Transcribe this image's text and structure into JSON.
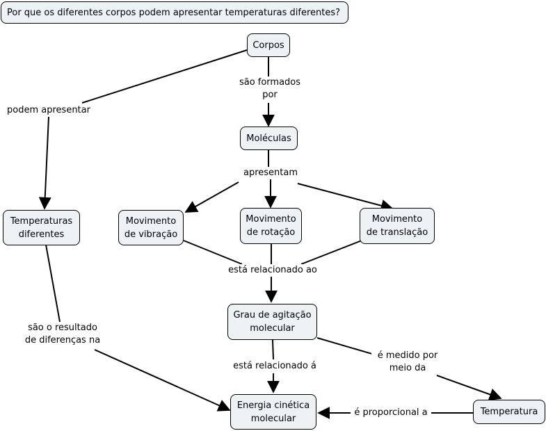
{
  "question": "Por que os diferentes corpos podem apresentar temperaturas diferentes?",
  "concepts": {
    "corpos": "Corpos",
    "moleculas": "Moléculas",
    "temperaturas_diferentes": "Temperaturas\ndiferentes",
    "movimento_vibracao": "Movimento\nde vibração",
    "movimento_rotacao": "Movimento\nde rotação",
    "movimento_translacao": "Movimento\nde translação",
    "grau_agitacao": "Grau de agitação\nmolecular",
    "energia_cinetica": "Energia cinética\nmolecular",
    "temperatura": "Temperatura"
  },
  "linking_phrases": {
    "sao_formados_por": "são formados\npor",
    "podem_apresentar": "podem apresentar",
    "apresentam": "apresentam",
    "esta_relacionado_ao": "está relacionado ao",
    "sao_o_resultado": "são o resultado\nde diferenças na",
    "esta_relacionado_a": "está relacionado á",
    "e_medido_por": "é medido por\nmeio da",
    "e_proporcional_a": "é proporcional a"
  },
  "colors": {
    "node_fill": "#edf2f5",
    "node_border": "#000000",
    "line": "#000000"
  }
}
